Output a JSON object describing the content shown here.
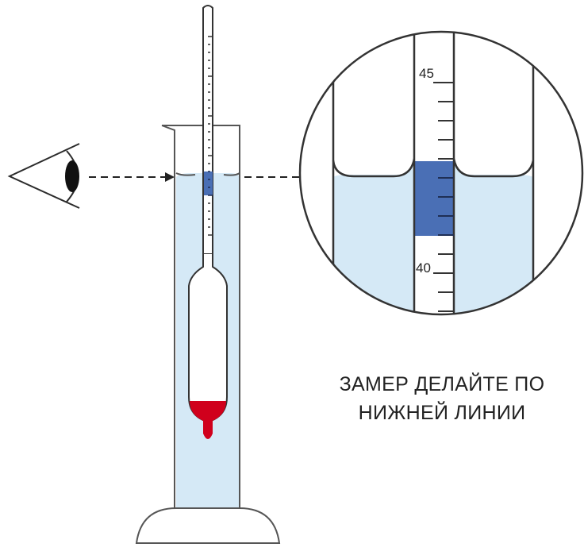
{
  "caption": {
    "line1": "ЗАМЕР ДЕЛАЙТЕ ПО",
    "line2": "НИЖНЕЙ ЛИНИИ"
  },
  "scale": {
    "top_label": "45",
    "bottom_label": "40"
  },
  "colors": {
    "liquid": "#d5e9f6",
    "highlight": "#4a6fb5",
    "ballast": "#d0001c",
    "outline": "#2b2b2b"
  },
  "icons": [
    "eye-icon"
  ]
}
